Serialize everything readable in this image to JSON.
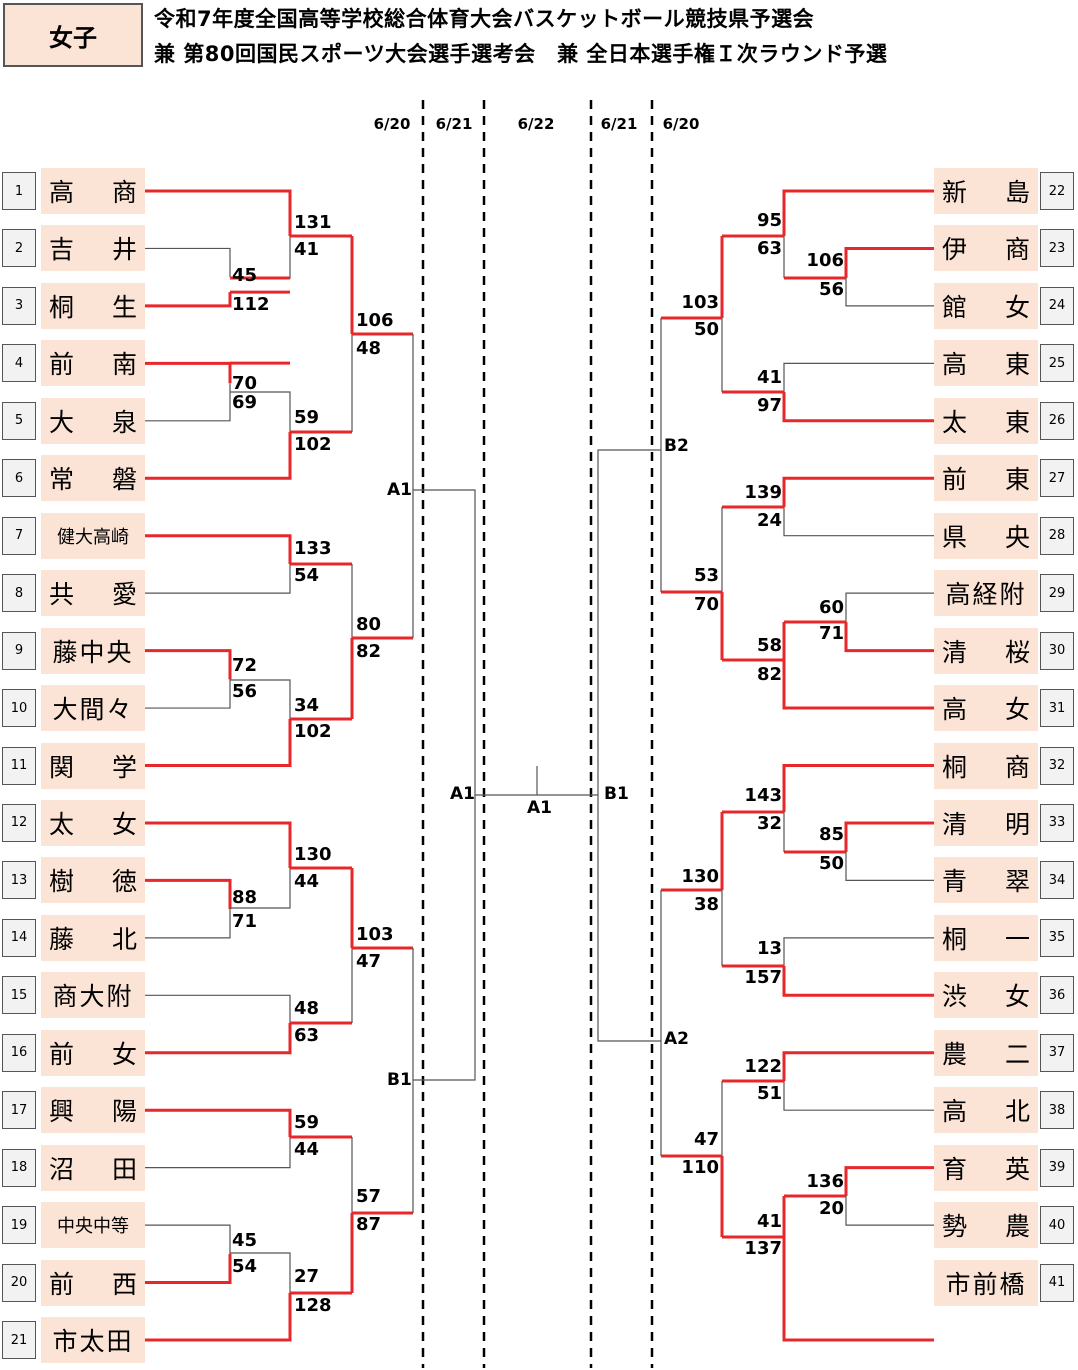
{
  "header": {
    "category": "女子",
    "title_line1": "令和7年度全国高等学校総合体育大会バスケットボール競技県予選会",
    "title_line2": "兼 第80回国民スポーツ大会選手選考会　兼 全日本選手権Ｉ次ラウンド予選"
  },
  "dates": [
    "6/20",
    "6/21",
    "6/22",
    "6/21",
    "6/20"
  ],
  "left_teams": [
    {
      "seed": "1",
      "name": "高 商"
    },
    {
      "seed": "2",
      "name": "吉 井"
    },
    {
      "seed": "3",
      "name": "桐 生"
    },
    {
      "seed": "4",
      "name": "前 南"
    },
    {
      "seed": "5",
      "name": "大 泉"
    },
    {
      "seed": "6",
      "name": "常 磐"
    },
    {
      "seed": "7",
      "name": "健大高崎"
    },
    {
      "seed": "8",
      "name": "共 愛"
    },
    {
      "seed": "9",
      "name": "藤中央"
    },
    {
      "seed": "10",
      "name": "大間々"
    },
    {
      "seed": "11",
      "name": "関 学"
    },
    {
      "seed": "12",
      "name": "太 女"
    },
    {
      "seed": "13",
      "name": "樹 徳"
    },
    {
      "seed": "14",
      "name": "藤 北"
    },
    {
      "seed": "15",
      "name": "商大附"
    },
    {
      "seed": "16",
      "name": "前 女"
    },
    {
      "seed": "17",
      "name": "興 陽"
    },
    {
      "seed": "18",
      "name": "沼 田"
    },
    {
      "seed": "19",
      "name": "中央中等"
    },
    {
      "seed": "20",
      "name": "前 西"
    },
    {
      "seed": "21",
      "name": "市太田"
    }
  ],
  "right_teams": [
    {
      "seed": "22",
      "name": "新 島"
    },
    {
      "seed": "23",
      "name": "伊 商"
    },
    {
      "seed": "24",
      "name": "館 女"
    },
    {
      "seed": "25",
      "name": "高 東"
    },
    {
      "seed": "26",
      "name": "太 東"
    },
    {
      "seed": "27",
      "name": "前 東"
    },
    {
      "seed": "28",
      "name": "県 央"
    },
    {
      "seed": "29",
      "name": "高経附"
    },
    {
      "seed": "30",
      "name": "清 桜"
    },
    {
      "seed": "31",
      "name": "高 女"
    },
    {
      "seed": "32",
      "name": "桐 商"
    },
    {
      "seed": "33",
      "name": "清 明"
    },
    {
      "seed": "34",
      "name": "青 翠"
    },
    {
      "seed": "35",
      "name": "桐 一"
    },
    {
      "seed": "36",
      "name": "渋 女"
    },
    {
      "seed": "37",
      "name": "農 二"
    },
    {
      "seed": "38",
      "name": "高 北"
    },
    {
      "seed": "39",
      "name": "育 英"
    },
    {
      "seed": "40",
      "name": "勢 農"
    },
    {
      "seed": "41",
      "name": "市前橋"
    }
  ],
  "left_scores": [
    {
      "top": "45",
      "bottom": "112"
    },
    {
      "top": "70",
      "bottom": "69"
    },
    {
      "top": "72",
      "bottom": "56"
    },
    {
      "top": "88",
      "bottom": "71"
    },
    {
      "top": "45",
      "bottom": "54"
    },
    {
      "top": "131",
      "bottom": "41"
    },
    {
      "top": "59",
      "bottom": "102"
    },
    {
      "top": "133",
      "bottom": "54"
    },
    {
      "top": "34",
      "bottom": "102"
    },
    {
      "top": "130",
      "bottom": "44"
    },
    {
      "top": "48",
      "bottom": "63"
    },
    {
      "top": "59",
      "bottom": "44"
    },
    {
      "top": "27",
      "bottom": "128"
    },
    {
      "top": "106",
      "bottom": "48"
    },
    {
      "top": "80",
      "bottom": "82"
    },
    {
      "top": "103",
      "bottom": "47"
    },
    {
      "top": "57",
      "bottom": "87"
    }
  ],
  "right_scores": [
    {
      "top": "106",
      "bottom": "56"
    },
    {
      "top": "60",
      "bottom": "71"
    },
    {
      "top": "85",
      "bottom": "50"
    },
    {
      "top": "136",
      "bottom": "20"
    },
    {
      "top": "95",
      "bottom": "63"
    },
    {
      "top": "41",
      "bottom": "97"
    },
    {
      "top": "139",
      "bottom": "24"
    },
    {
      "top": "58",
      "bottom": "82"
    },
    {
      "top": "143",
      "bottom": "32"
    },
    {
      "top": "13",
      "bottom": "157"
    },
    {
      "top": "122",
      "bottom": "51"
    },
    {
      "top": "41",
      "bottom": "137"
    },
    {
      "top": "103",
      "bottom": "50"
    },
    {
      "top": "53",
      "bottom": "70"
    },
    {
      "top": "130",
      "bottom": "38"
    },
    {
      "top": "47",
      "bottom": "110"
    }
  ],
  "labels": {
    "left_a1": "A1",
    "left_b1": "B1",
    "left_final": "A1",
    "final": "A1",
    "right_b2": "B2",
    "right_a2": "A2",
    "right_final": "B1"
  },
  "colors": {
    "win": "#e8272a",
    "line": "#555555",
    "team_bg": "#fbe4d5",
    "seed_bg": "#f2f2f2"
  }
}
